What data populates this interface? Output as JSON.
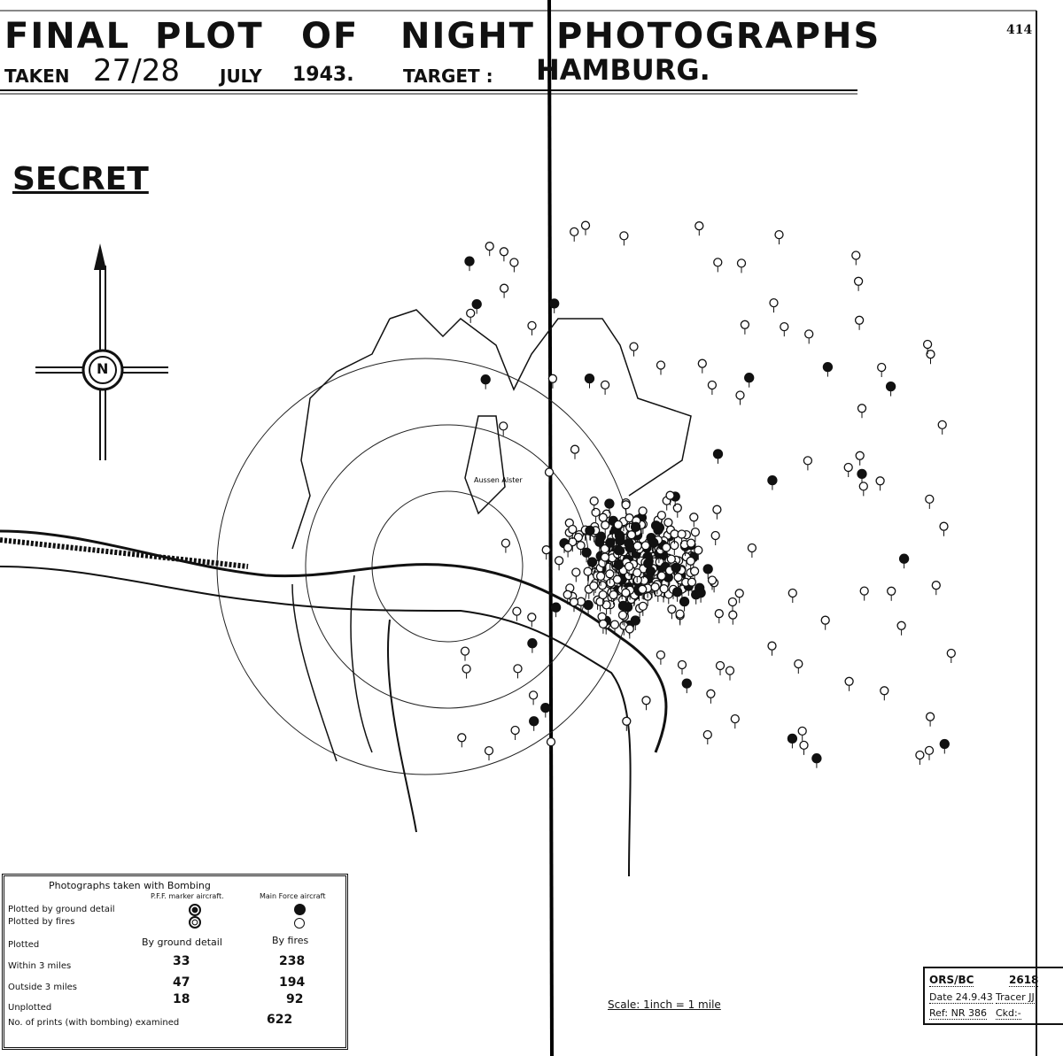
{
  "header": {
    "title_words": [
      "FINAL",
      "PLOT",
      "OF",
      "NIGHT",
      "PHOTOGRAPHS"
    ],
    "taken_label": "TAKEN",
    "date": "27/28",
    "month": "JULY",
    "year": "1943.",
    "target_label": "TARGET :",
    "target": "HAMBURG.",
    "page_number": "414"
  },
  "classification": "SECRET",
  "compass": {
    "north_label": "N"
  },
  "map_labels": {
    "aussen_alster": "Aussen Alster"
  },
  "legend": {
    "title": "Photographs taken with Bombing",
    "col_pff": "P.F.F. marker aircraft.",
    "col_main": "Main Force aircraft",
    "row_ground": "Plotted by ground detail",
    "row_fires": "Plotted by fires",
    "plotted": "Plotted",
    "col_by_ground": "By ground detail",
    "col_by_fires": "By fires",
    "rows": [
      {
        "label": "Within 3 miles",
        "ground": "33",
        "fires": "238"
      },
      {
        "label": "Outside 3 miles",
        "ground": "47",
        "fires": "194"
      },
      {
        "label": "Unplotted",
        "ground": "18",
        "fires": "92"
      }
    ],
    "total_label": "No. of prints (with bombing) examined",
    "total": "622"
  },
  "scale": "Scale: 1inch = 1 mile",
  "ref_box": {
    "ors": "ORS/BC",
    "number": "2618",
    "date": "Date 24.9.43",
    "tracer": "Tracer JJ",
    "ref": "Ref: NR 386",
    "ckd": "Ckd:-"
  }
}
